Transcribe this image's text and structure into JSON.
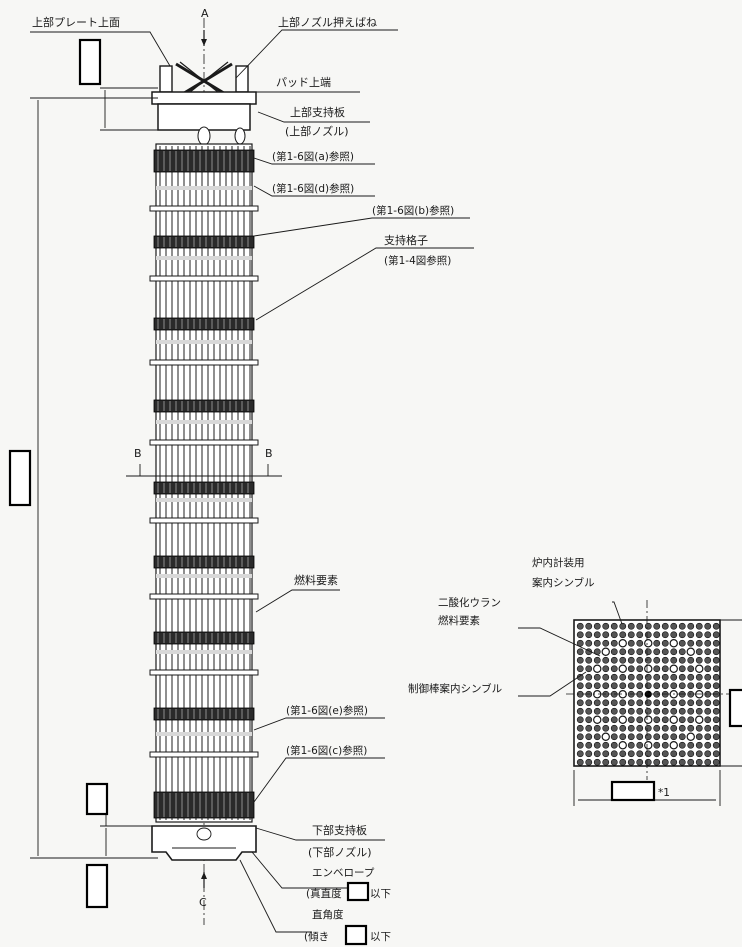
{
  "labels": {
    "upper_plate_top": "上部プレート上面",
    "top_arrow": "A",
    "upper_nozzle_spring": "上部ノズル押えばね",
    "pad_top": "パッド上端",
    "upper_support_1": "上部支持板",
    "upper_support_2": "(上部ノズル)",
    "ref_a": "(第1-6図(a)参照)",
    "ref_d": "(第1-6図(d)参照)",
    "ref_b": "(第1-6図(b)参照)",
    "support_grid_1": "支持格子",
    "support_grid_2": "(第1-4図参照)",
    "section_b_left": "B",
    "section_b_right": "B",
    "fuel_element": "燃料要素",
    "ref_e": "(第1-6図(e)参照)",
    "ref_c": "(第1-6図(c)参照)",
    "lower_support_1": "下部支持板",
    "lower_support_2": "(下部ノズル)",
    "bottom_arrow": "C",
    "envelope": "エンベロープ",
    "straightness_pre": "(真直度",
    "straightness_post": "以下",
    "squareness": "直角度",
    "tilt_pre": "(傾き",
    "tilt_post": "以下",
    "incore_1": "炉内計装用",
    "incore_2": "案内シンブル",
    "uo2_1": "二酸化ウラン",
    "uo2_2": "燃料要素",
    "control_rod": "制御棒案内シンブル",
    "width_note": "*1"
  }
}
